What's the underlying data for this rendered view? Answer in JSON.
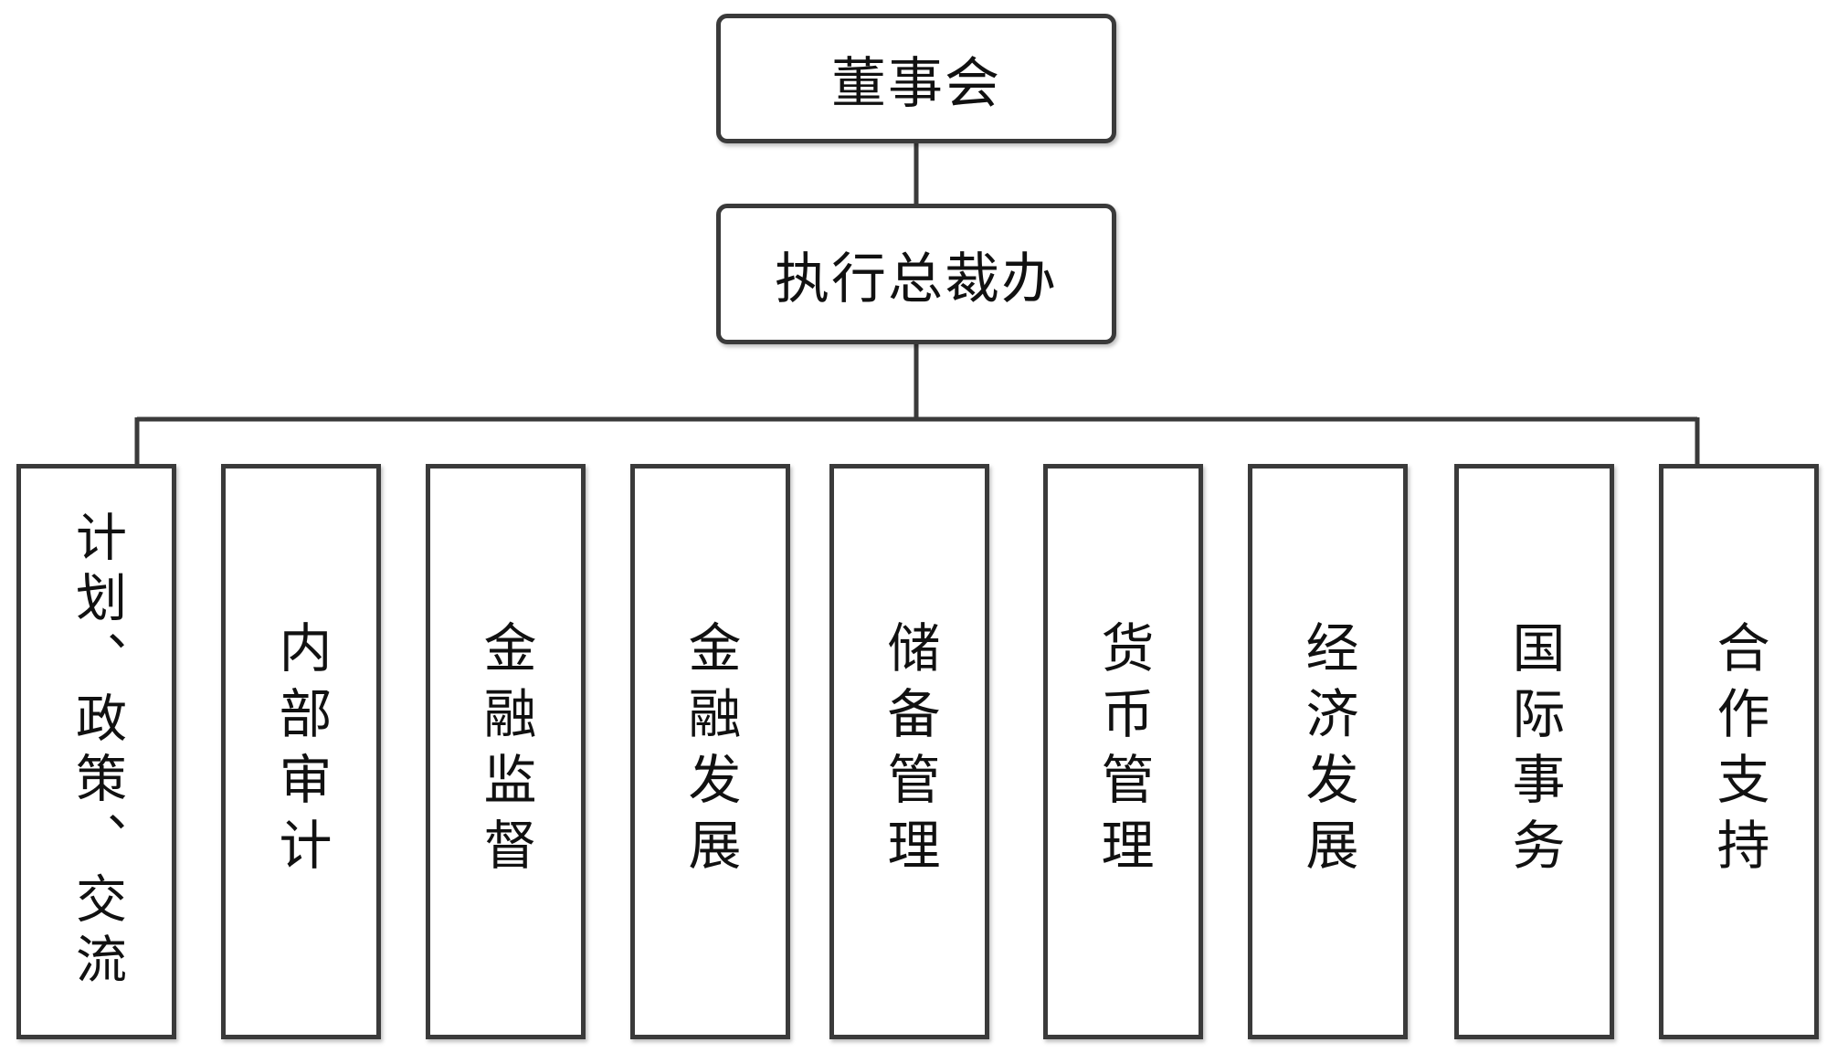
{
  "board": {
    "label": "董事会"
  },
  "executive": {
    "label": "执行总裁办"
  },
  "departments": [
    {
      "label": "计划、政策、交流"
    },
    {
      "label": "内部审计"
    },
    {
      "label": "金融监督"
    },
    {
      "label": "金融发展"
    },
    {
      "label": "储备管理"
    },
    {
      "label": "货币管理"
    },
    {
      "label": "经济发展"
    },
    {
      "label": "国际事务"
    },
    {
      "label": "合作支持"
    }
  ],
  "colors": {
    "line": "#3a3a3a",
    "box_border": "#3a3a3a",
    "background": "#ffffff"
  }
}
